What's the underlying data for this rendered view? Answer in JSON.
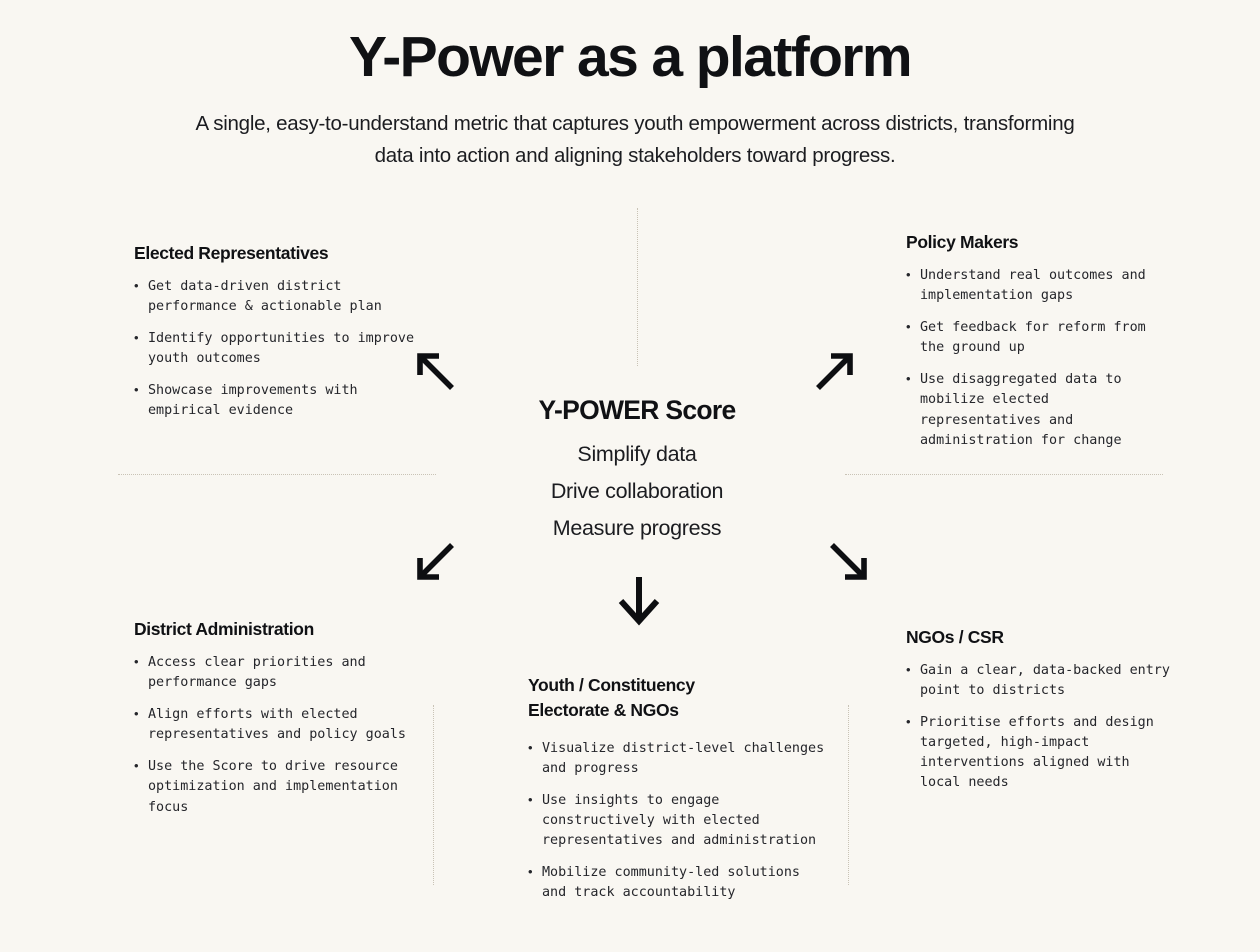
{
  "header": {
    "title": "Y-Power as a platform",
    "subtitle": "A single, easy-to-understand metric that captures youth empowerment across districts, transforming data into action and aligning stakeholders toward progress."
  },
  "hub": {
    "title": "Y-POWER Score",
    "lines": [
      "Simplify data",
      "Drive collaboration",
      "Measure progress"
    ]
  },
  "quadrants": {
    "elected_representatives": {
      "heading": "Elected Representatives",
      "bullets": [
        "Get data-driven district performance & actionable plan",
        "Identify opportunities to improve youth outcomes",
        "Showcase improvements with empirical evidence"
      ]
    },
    "policy_makers": {
      "heading": "Policy Makers",
      "bullets": [
        "Understand real outcomes and implementation gaps",
        "Get feedback for reform from the ground up",
        "Use disaggregated data to mobilize elected representatives and administration for change"
      ]
    },
    "district_administration": {
      "heading": "District Administration",
      "bullets": [
        "Access clear priorities and performance gaps",
        "Align efforts with elected representatives and policy goals",
        "Use the Score to drive resource optimization and implementation focus"
      ]
    },
    "youth_constituency": {
      "heading_line1": "Youth / Constituency",
      "heading_line2": "Electorate & NGOs",
      "bullets": [
        "Visualize district-level challenges and progress",
        "Use insights to engage constructively with elected representatives and administration",
        "Mobilize community-led solutions and track accountability"
      ]
    },
    "ngos_csr": {
      "heading": "NGOs / CSR",
      "bullets": [
        "Gain a clear, data-backed entry point to districts",
        "Prioritise efforts and design targeted, high-impact interventions aligned with local needs"
      ]
    }
  },
  "bullet_marker": "•",
  "arrows": {
    "up_left": "arrow-up-left",
    "up_right": "arrow-up-right",
    "down_left": "arrow-down-left",
    "down_right": "arrow-down-right",
    "down": "arrow-down"
  },
  "colors": {
    "background": "#F9F7F2",
    "text": "#15161A",
    "muted_rule": "#C9C3B6"
  }
}
